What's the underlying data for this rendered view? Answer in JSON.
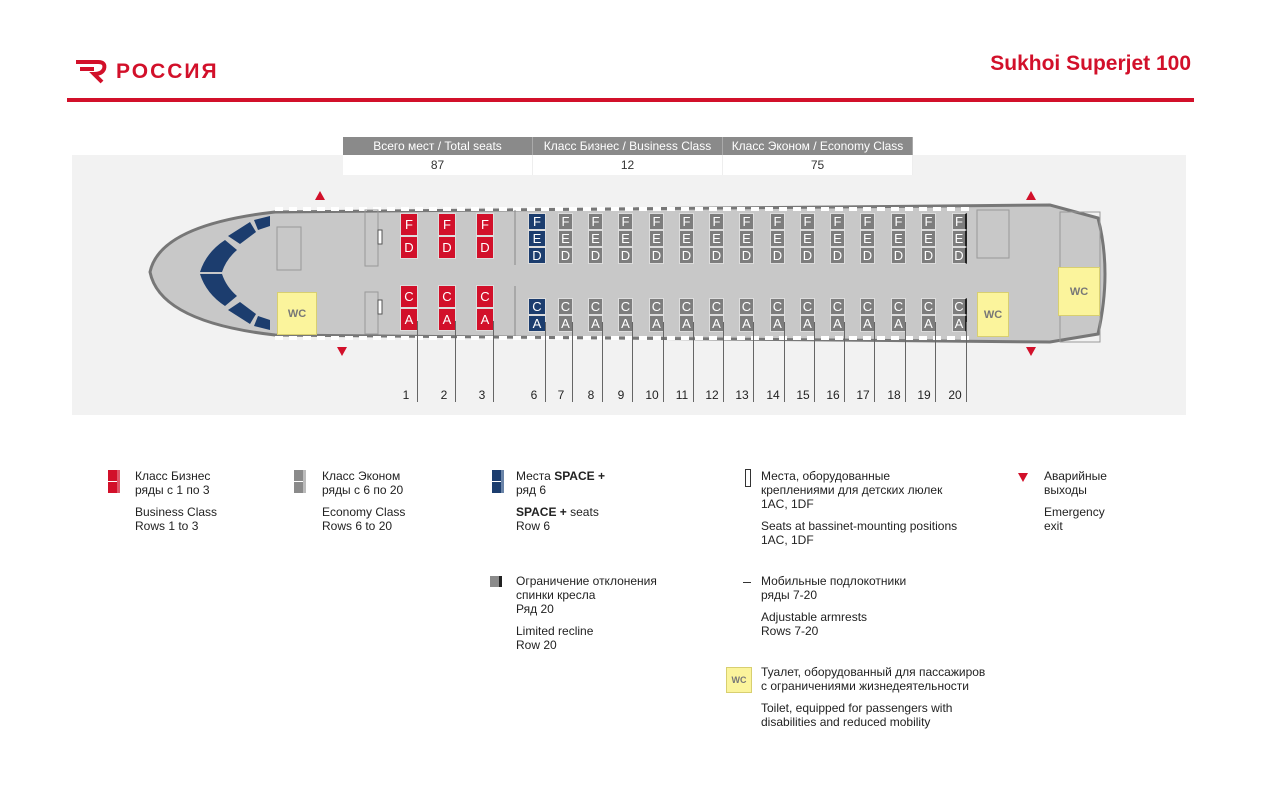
{
  "header": {
    "brand": "РОССИЯ",
    "aircraft": "Sukhoi Superjet 100"
  },
  "totals": [
    {
      "label": "Всего мест / Total seats",
      "value": "87"
    },
    {
      "label": "Класс Бизнес / Business Class",
      "value": "12"
    },
    {
      "label": "Класс Эконом / Economy Class",
      "value": "75"
    }
  ],
  "colors": {
    "business": "#d2102a",
    "space_plus": "#1c3d6e",
    "economy": "#7d7d7d",
    "wc": "#fbf49c",
    "accent": "#d2102a"
  },
  "wc_label": "WC",
  "rows": [
    {
      "n": "1",
      "cls": "business",
      "top": [
        "F",
        "D"
      ],
      "bottom": [
        "C",
        "A"
      ]
    },
    {
      "n": "2",
      "cls": "business",
      "top": [
        "F",
        "D"
      ],
      "bottom": [
        "C",
        "A"
      ]
    },
    {
      "n": "3",
      "cls": "business",
      "top": [
        "F",
        "D"
      ],
      "bottom": [
        "C",
        "A"
      ]
    },
    {
      "n": "6",
      "cls": "space_plus",
      "top": [
        "F",
        "E",
        "D"
      ],
      "bottom": [
        "C",
        "A"
      ]
    },
    {
      "n": "7",
      "cls": "economy",
      "top": [
        "F",
        "E",
        "D"
      ],
      "bottom": [
        "C",
        "A"
      ]
    },
    {
      "n": "8",
      "cls": "economy",
      "top": [
        "F",
        "E",
        "D"
      ],
      "bottom": [
        "C",
        "A"
      ]
    },
    {
      "n": "9",
      "cls": "economy",
      "top": [
        "F",
        "E",
        "D"
      ],
      "bottom": [
        "C",
        "A"
      ]
    },
    {
      "n": "10",
      "cls": "economy",
      "top": [
        "F",
        "E",
        "D"
      ],
      "bottom": [
        "C",
        "A"
      ]
    },
    {
      "n": "11",
      "cls": "economy",
      "top": [
        "F",
        "E",
        "D"
      ],
      "bottom": [
        "C",
        "A"
      ]
    },
    {
      "n": "12",
      "cls": "economy",
      "top": [
        "F",
        "E",
        "D"
      ],
      "bottom": [
        "C",
        "A"
      ]
    },
    {
      "n": "13",
      "cls": "economy",
      "top": [
        "F",
        "E",
        "D"
      ],
      "bottom": [
        "C",
        "A"
      ]
    },
    {
      "n": "14",
      "cls": "economy",
      "top": [
        "F",
        "E",
        "D"
      ],
      "bottom": [
        "C",
        "A"
      ]
    },
    {
      "n": "15",
      "cls": "economy",
      "top": [
        "F",
        "E",
        "D"
      ],
      "bottom": [
        "C",
        "A"
      ]
    },
    {
      "n": "16",
      "cls": "economy",
      "top": [
        "F",
        "E",
        "D"
      ],
      "bottom": [
        "C",
        "A"
      ]
    },
    {
      "n": "17",
      "cls": "economy",
      "top": [
        "F",
        "E",
        "D"
      ],
      "bottom": [
        "C",
        "A"
      ]
    },
    {
      "n": "18",
      "cls": "economy",
      "top": [
        "F",
        "E",
        "D"
      ],
      "bottom": [
        "C",
        "A"
      ]
    },
    {
      "n": "19",
      "cls": "economy",
      "top": [
        "F",
        "E",
        "D"
      ],
      "bottom": [
        "C",
        "A"
      ]
    },
    {
      "n": "20",
      "cls": "economy",
      "top": [
        "F",
        "E",
        "D"
      ],
      "bottom": [
        "C",
        "A"
      ]
    }
  ],
  "legend": {
    "business": {
      "ru": "Класс Бизнес\nряды с 1 по 3",
      "en": "Business Class\nRows 1 to 3"
    },
    "economy": {
      "ru": "Класс Эконом\nряды с 6 по 20",
      "en": "Economy Class\nRows 6 to 20"
    },
    "space": {
      "ru_pre": "Места ",
      "ru_bold": "SPACE +",
      "ru_post": "\nряд 6",
      "en_bold": "SPACE +",
      "en_post": " seats\nRow 6"
    },
    "recline": {
      "ru": "Ограничение отклонения\nспинки кресла\nРяд 20",
      "en": "Limited recline\nRow 20"
    },
    "bassinet": {
      "ru": "Места, оборудованные\nкреплениями для детских люлек\n1AC, 1DF",
      "en": "Seats at bassinet-mounting positions\n1AC, 1DF"
    },
    "armrests": {
      "ru": "Мобильные подлокотники\nряды 7-20",
      "en": "Adjustable armrests\nRows 7-20"
    },
    "toilet": {
      "ru": "Туалет, оборудованный для пассажиров\nс ограничениями жизнедеятельности",
      "en": "Toilet, equipped for passengers with\ndisabilities and reduced mobility"
    },
    "exit": {
      "ru": "Аварийные\nвыходы",
      "en": "Emergency\nexit"
    }
  }
}
